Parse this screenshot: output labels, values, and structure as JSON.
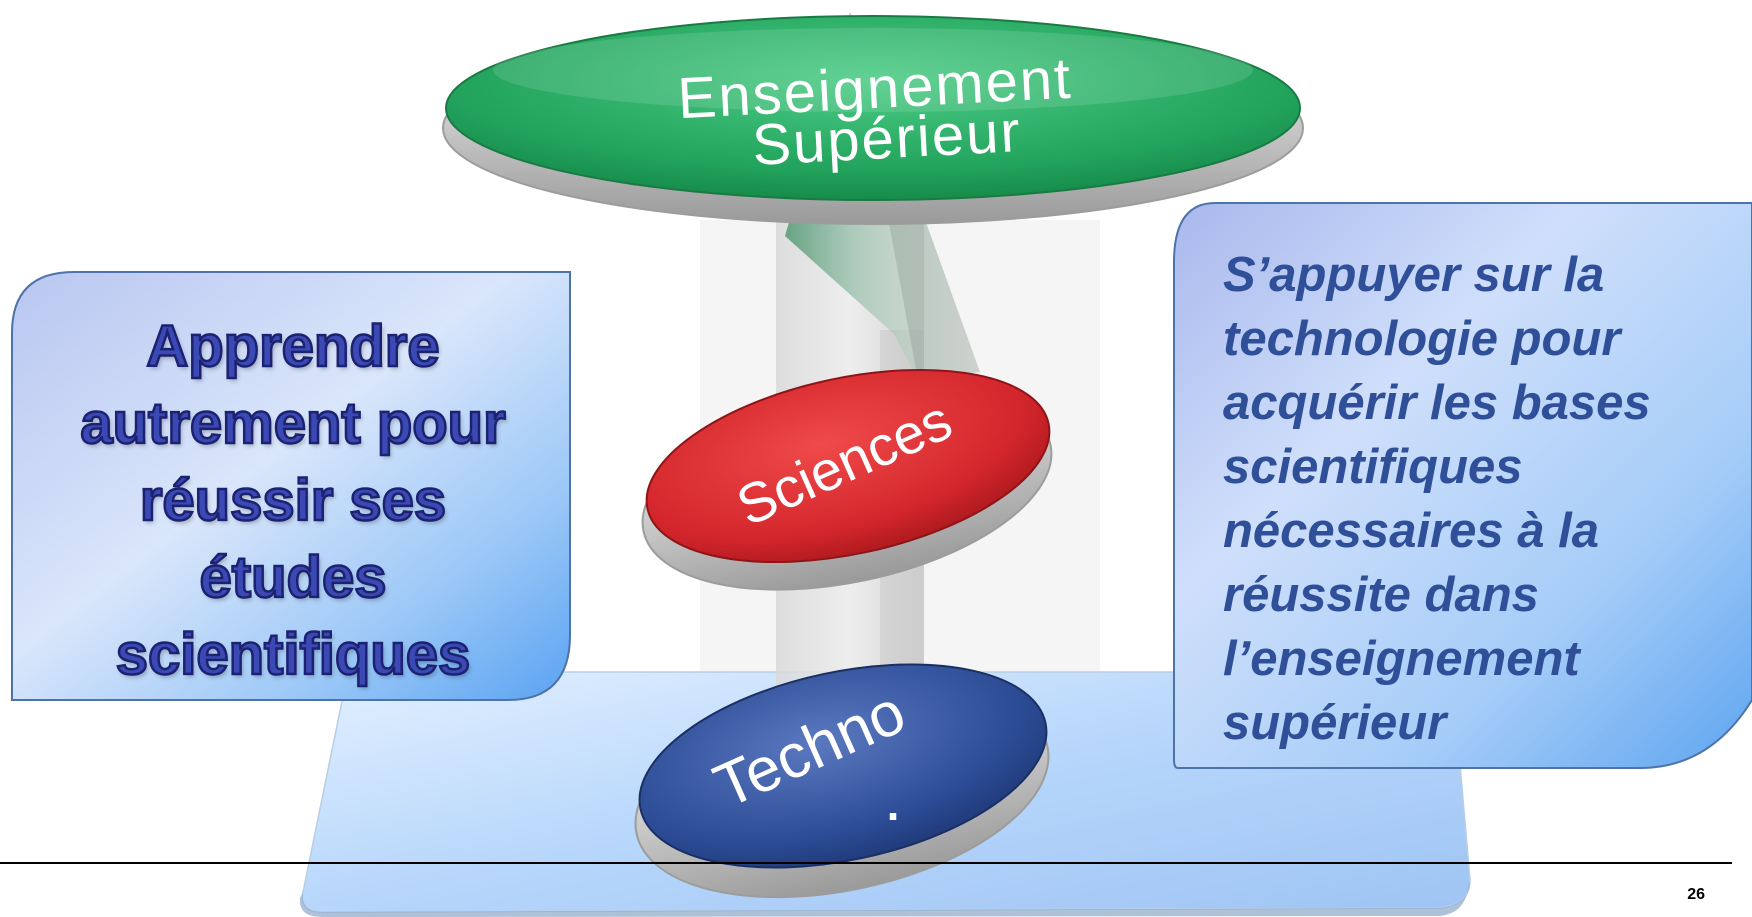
{
  "diagram": {
    "levels": [
      {
        "label": "Enseignement Supérieur",
        "label_lines": [
          "Enseignement",
          "Supérieur"
        ],
        "color": "#22a35c"
      },
      {
        "label": "Sciences",
        "color": "#d3262c"
      },
      {
        "label": "Techno",
        "label_extra": ".",
        "color": "#2c4c96"
      }
    ],
    "left_box": {
      "text": "Apprendre\nautrement pour\nréussir ses\nétudes\nscientifiques",
      "text_color": "#3a49b3"
    },
    "right_box": {
      "text": "S’appuyer sur la\ntechnologie pour\nacquérir les bases\nscientifiques\nnécessaires à la\nréussite dans\nl’enseignement\nsupérieur",
      "text_color": "#2f4f98"
    }
  },
  "footer": {
    "slide_number": "26"
  }
}
